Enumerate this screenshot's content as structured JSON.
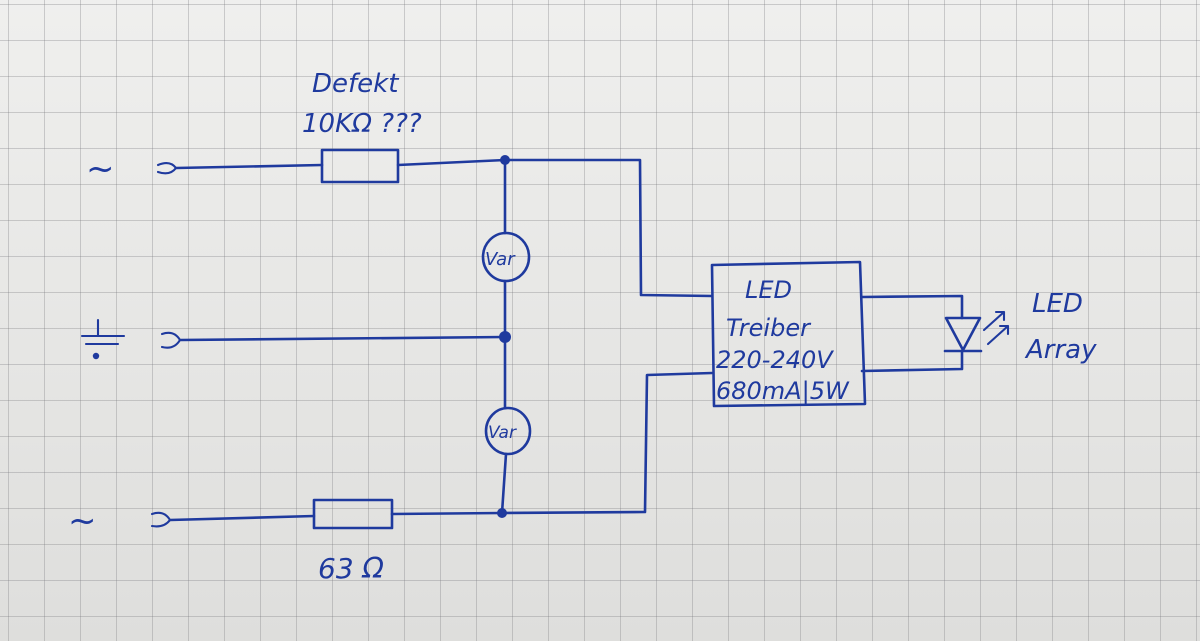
{
  "labels": {
    "top_resistor_title": "Defekt",
    "top_resistor_value": "10KΩ ???",
    "bottom_resistor_value": "63 Ω",
    "varistor_top": "Var",
    "varistor_bottom": "Var",
    "driver_line1": "LED",
    "driver_line2": "Treiber",
    "driver_line3": "220-240V",
    "driver_line4": "680mA|5W",
    "led_array_line1": "LED",
    "led_array_line2": "Array",
    "ac_top_symbol": "~",
    "ac_bottom_symbol": "~"
  },
  "colors": {
    "ink": "#1f3a9e",
    "paper": "#ececea",
    "grid": "#8a8a90"
  }
}
